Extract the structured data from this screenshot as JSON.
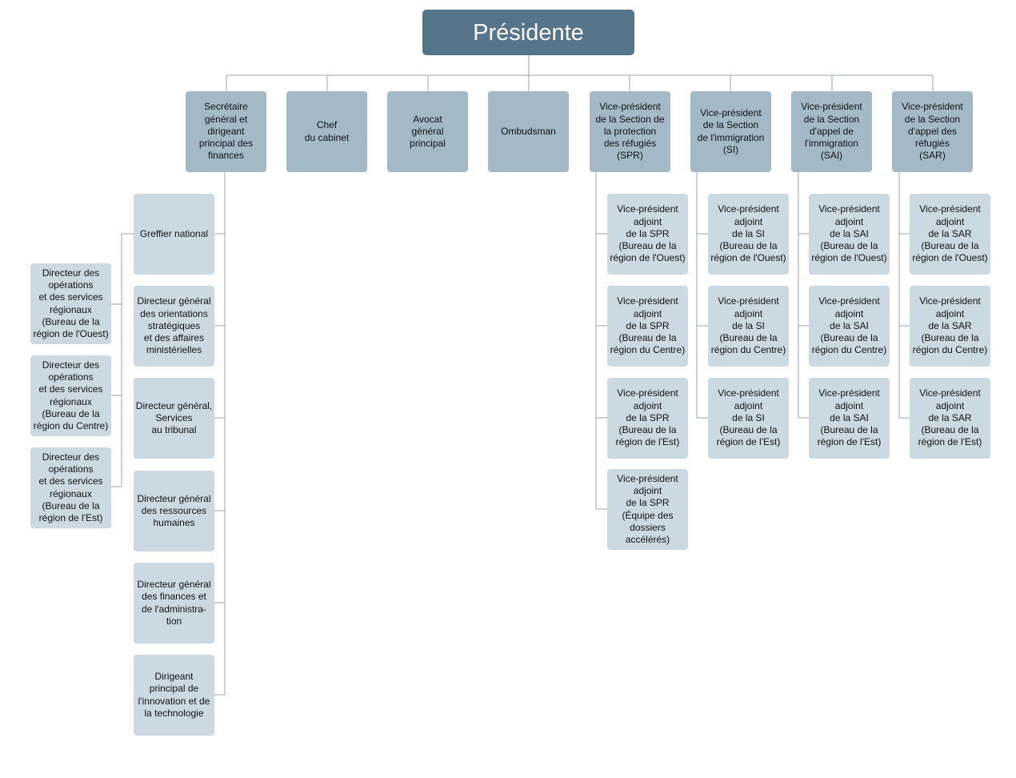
{
  "president": "Présidente",
  "level1": [
    "Secrétaire\ngénéral et\ndirigeant\nprincipal des\nfinances",
    "Chef\ndu cabinet",
    "Avocat\ngénéral\nprincipal",
    "Ombudsman",
    "Vice-président\nde la Section de\nla protection\ndes réfugiés\n(SPR)",
    "Vice-président\nde la Section\nde l'immigration\n(SI)",
    "Vice-président\nde la Section\nd'appel de\nl'immigration\n(SAI)",
    "Vice-président\nde la Section\nd'appel des\nréfugiés\n(SAR)"
  ],
  "secretariat": [
    "Greffier national",
    "Directeur général\ndes orientations\nstratégiques\net des affaires\nministérielles",
    "Directeur général,\nServices\nau tribunal",
    "Directeur général\ndes ressources\nhumaines",
    "Directeur général\ndes finances et\nde l'administra-\ntion",
    "Dirigeant\nprincipal de\nl'innovation et de\nla technologie"
  ],
  "regional_directors": [
    "Directeur des\nopérations\net des services\nrégionaux\n(Bureau de la\nrégion de l'Ouest)",
    "Directeur des\nopérations\net des services\nrégionaux\n(Bureau de la\nrégion du Centre)",
    "Directeur des\nopérations\net des services\nrégionaux\n(Bureau de la\nrégion de l'Est)"
  ],
  "spr": [
    "Vice-président\nadjoint\nde la SPR\n(Bureau de la\nrégion de l'Ouest)",
    "Vice-président\nadjoint\nde la SPR\n(Bureau de la\nrégion du Centre)",
    "Vice-président\nadjoint\nde la SPR\n(Bureau de la\nrégion de l'Est)",
    "Vice-président\nadjoint\nde la SPR\n(Équipe des\ndossiers\naccélérés)"
  ],
  "si": [
    "Vice-président\nadjoint\nde la SI\n(Bureau de la\nrégion de l'Ouest)",
    "Vice-président\nadjoint\nde la SI\n(Bureau de la\nrégion du Centre)",
    "Vice-président\nadjoint\nde la SI\n(Bureau de la\nrégion de l'Est)"
  ],
  "sai": [
    "Vice-président\nadjoint\nde la SAI\n(Bureau de la\nrégion de l'Ouest)",
    "Vice-président\nadjoint\nde la SAI\n(Bureau de la\nrégion du Centre)",
    "Vice-président\nadjoint\nde la SAI\n(Bureau de la\nrégion de l'Est)"
  ],
  "sar": [
    "Vice-président\nadjoint\nde la SAR\n(Bureau de la\nrégion de l'Ouest)",
    "Vice-président\nadjoint\nde la SAR\n(Bureau de la\nrégion du Centre)",
    "Vice-président\nadjoint\nde la SAR\n(Bureau de la\nrégion de l'Est)"
  ],
  "colors": {
    "president": "#56758a",
    "level1": "#a3b9c5",
    "level2": "#cbdae2",
    "connector": "#9aa6ae"
  }
}
